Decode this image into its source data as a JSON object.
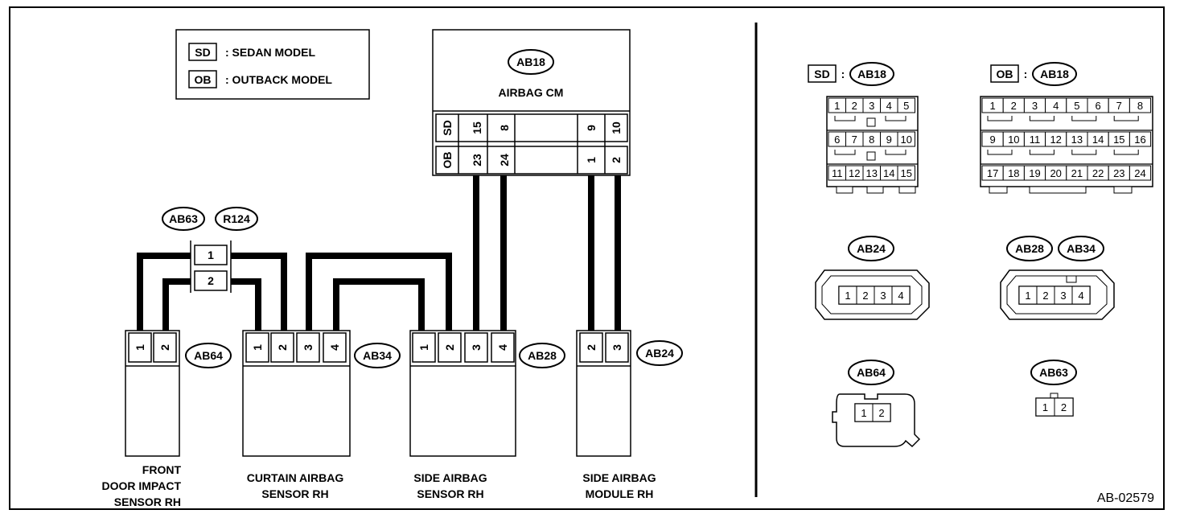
{
  "legend": {
    "sd": {
      "code": "SD",
      "text": ": SEDAN MODEL"
    },
    "ob": {
      "code": "OB",
      "text": ": OUTBACK MODEL"
    }
  },
  "airbag_cm": {
    "connector": "AB18",
    "label": "AIRBAG CM",
    "sd_row": {
      "code": "SD",
      "pins": [
        "15",
        "8",
        "9",
        "10"
      ]
    },
    "ob_row": {
      "code": "OB",
      "pins": [
        "23",
        "24",
        "1",
        "2"
      ]
    }
  },
  "junction": {
    "connectors": [
      "AB63",
      "R124"
    ],
    "pins": [
      "1",
      "2"
    ]
  },
  "components": [
    {
      "id": "AB64",
      "label": [
        "FRONT",
        "DOOR IMPACT",
        "SENSOR RH"
      ],
      "pins": [
        "1",
        "2"
      ]
    },
    {
      "id": "AB34",
      "label": [
        "CURTAIN AIRBAG",
        "SENSOR RH"
      ],
      "pins": [
        "1",
        "2",
        "3",
        "4"
      ]
    },
    {
      "id": "AB28",
      "label": [
        "SIDE AIRBAG",
        "SENSOR RH"
      ],
      "pins": [
        "1",
        "2",
        "3",
        "4"
      ]
    },
    {
      "id": "AB24",
      "label": [
        "SIDE AIRBAG",
        "MODULE RH"
      ],
      "pins": [
        "2",
        "3"
      ]
    }
  ],
  "connector_views": {
    "sd_ab18": {
      "model": "SD",
      "sep": ":",
      "id": "AB18",
      "rows": [
        [
          "1",
          "2",
          "3",
          "4",
          "5"
        ],
        [
          "6",
          "7",
          "8",
          "9",
          "10"
        ],
        [
          "11",
          "12",
          "13",
          "14",
          "15"
        ]
      ]
    },
    "ob_ab18": {
      "model": "OB",
      "sep": ":",
      "id": "AB18",
      "rows": [
        [
          "1",
          "2",
          "3",
          "4",
          "5",
          "6",
          "7",
          "8"
        ],
        [
          "9",
          "10",
          "11",
          "12",
          "13",
          "14",
          "15",
          "16"
        ],
        [
          "17",
          "18",
          "19",
          "20",
          "21",
          "22",
          "23",
          "24"
        ]
      ]
    },
    "ab24": {
      "id": "AB24",
      "pins": [
        "1",
        "2",
        "3",
        "4"
      ]
    },
    "ab28_ab34": {
      "ids": [
        "AB28",
        "AB34"
      ],
      "pins": [
        "1",
        "2",
        "3",
        "4"
      ]
    },
    "ab64": {
      "id": "AB64",
      "pins": [
        "1",
        "2"
      ]
    },
    "ab63": {
      "id": "AB63",
      "pins": [
        "1",
        "2"
      ]
    }
  },
  "figure_id": "AB-02579"
}
